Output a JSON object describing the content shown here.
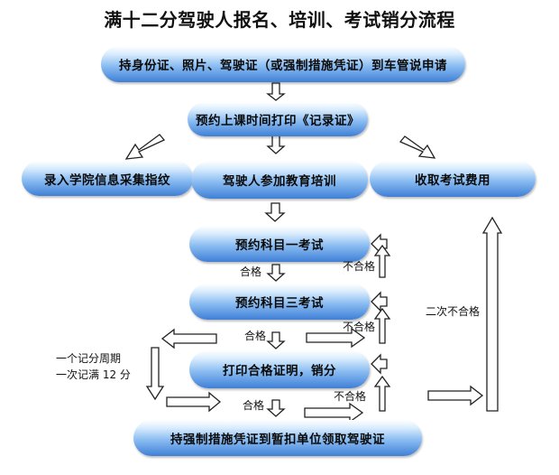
{
  "title": "满十二分驾驶人报名、培训、考试销分流程",
  "steps": {
    "s1": "持身份证、照片、驾驶证（或强制措施凭证）到车管说申请",
    "s2": "预约上课时间打印《记录证》",
    "s3a": "录入学院信息采集指纹",
    "s3b": "驾驶人参加教育培训",
    "s3c": "收取考试费用",
    "s4": "预约科目一考试",
    "s5": "预约科目三考试",
    "s6": "打印合格证明，销分",
    "s7": "持强制措施凭证到暂扣单位领取驾驶证"
  },
  "labels": {
    "pass1": "合格",
    "fail1": "不合格",
    "pass2": "合格",
    "fail2": "不合格",
    "second_fail": "二次不合格",
    "period": "一个记分周期",
    "full12": "一次记满 12 分",
    "pass3": "合格",
    "fail3": "不合格"
  }
}
